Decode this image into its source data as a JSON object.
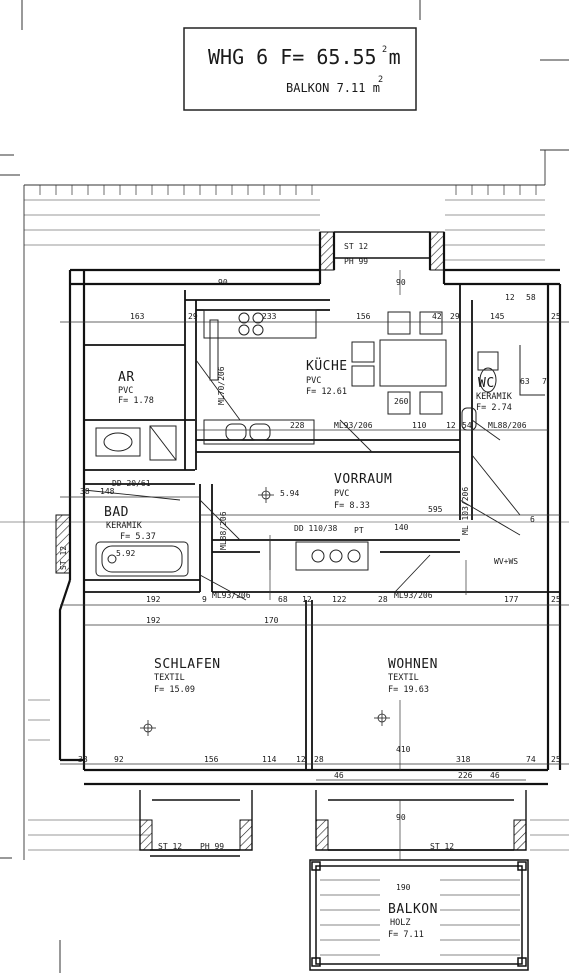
{
  "title": {
    "main": "WHG 6 F= 65.55 m",
    "main_exp": "2",
    "balkon": "BALKON 7.11 m",
    "balkon_exp": "2"
  },
  "rooms": [
    {
      "id": "kuche",
      "name": "KÜCHE",
      "floor": "PVC",
      "area": "F= 12.61"
    },
    {
      "id": "ar",
      "name": "AR",
      "floor": "PVC",
      "area": "F= 1.78"
    },
    {
      "id": "wc",
      "name": "WC",
      "floor": "KERAMIK",
      "area": "F= 2.74"
    },
    {
      "id": "vorraum",
      "name": "VORRAUM",
      "floor": "PVC",
      "area": "F= 8.33"
    },
    {
      "id": "bad",
      "name": "BAD",
      "floor": "KERAMIK",
      "area": "F= 5.37"
    },
    {
      "id": "schlafen",
      "name": "SCHLAFEN",
      "floor": "TEXTIL",
      "area": "F= 15.09"
    },
    {
      "id": "wohnen",
      "name": "WOHNEN",
      "floor": "TEXTIL",
      "area": "F= 19.63"
    },
    {
      "id": "balkon",
      "name": "BALKON",
      "floor": "HOLZ",
      "area": "F= 7.11"
    }
  ],
  "dimensions": {
    "d163": "163",
    "d29a": "29",
    "d233": "233",
    "d156a": "156",
    "d42": "42",
    "d29b": "29",
    "d145": "145",
    "d25a": "25",
    "d12a": "12",
    "d58": "58",
    "d90a": "90",
    "d90b": "90",
    "d228": "228",
    "d110": "110",
    "d12b": "12",
    "d54": "54",
    "d38a": "38",
    "d148": "148",
    "d595": "595",
    "d5_94": "5.94",
    "d5_92": "5.92",
    "d192a": "192",
    "d9": "9",
    "d68": "68",
    "d12c": "12",
    "d122": "122",
    "d28a": "28",
    "d177": "177",
    "d25b": "25",
    "d192b": "192",
    "d170": "170",
    "d38b": "38",
    "d92": "92",
    "d156b": "156",
    "d114": "114",
    "d12d": "12",
    "d28b": "28",
    "d318": "318",
    "d74": "74",
    "d25c": "25",
    "d46a": "46",
    "d226": "226",
    "d46b": "46",
    "d90c": "90",
    "d410": "410",
    "d260": "260",
    "d140": "140",
    "d190": "190",
    "d63": "63",
    "d7": "7",
    "d6": "6"
  },
  "labels": {
    "st12_top": "ST 12",
    "ph99_top": "PH 99",
    "st12_bot": "ST 12",
    "ph99_bot": "PH 99",
    "st12_bal": "ST 12",
    "ml_kuche": "ML93/206",
    "ml_ar": "ML70/206",
    "ml_wc": "ML88/206",
    "ml_vr": "ML 103/206",
    "ml_bad": "ML88/206",
    "ml_sch": "ML93/206",
    "ml_woh": "ML93/206",
    "dd_bad": "DD 20/61",
    "dd_110": "DD 110/38",
    "pt": "PT",
    "wv_ws": "WV+WS",
    "st12_side": "ST 12"
  }
}
